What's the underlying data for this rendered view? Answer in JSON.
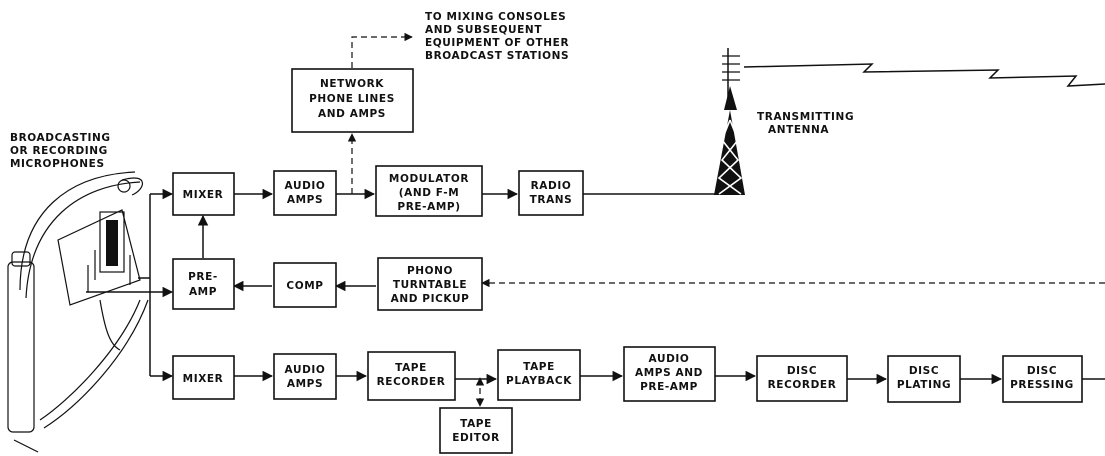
{
  "labels": {
    "microphones": [
      "BROADCASTING",
      "OR RECORDING",
      "MICROPHONES"
    ],
    "mixing_note": [
      "TO MIXING CONSOLES",
      "AND SUBSEQUENT",
      "EQUIPMENT OF OTHER",
      "BROADCAST STATIONS"
    ],
    "antenna": [
      "TRANSMITTING",
      "ANTENNA"
    ]
  },
  "blocks": {
    "mixer_top": [
      "MIXER"
    ],
    "audio_amps_top": [
      "AUDIO",
      "AMPS"
    ],
    "network": [
      "NETWORK",
      "PHONE LINES",
      "AND AMPS"
    ],
    "modulator": [
      "MODULATOR",
      "(AND F-M",
      "PRE-AMP)"
    ],
    "radio_trans": [
      "RADIO",
      "TRANS"
    ],
    "pre_amp": [
      "PRE-",
      "AMP"
    ],
    "comp": [
      "COMP"
    ],
    "phono": [
      "PHONO",
      "TURNTABLE",
      "AND PICKUP"
    ],
    "mixer_bottom": [
      "MIXER"
    ],
    "audio_amps_bottom": [
      "AUDIO",
      "AMPS"
    ],
    "tape_recorder": [
      "TAPE",
      "RECORDER"
    ],
    "tape_playback": [
      "TAPE",
      "PLAYBACK"
    ],
    "audio_amps_preamp": [
      "AUDIO",
      "AMPS AND",
      "PRE-AMP"
    ],
    "disc_recorder": [
      "DISC",
      "RECORDER"
    ],
    "disc_plating": [
      "DISC",
      "PLATING"
    ],
    "disc_pressing": [
      "DISC",
      "PRESSING"
    ],
    "tape_editor": [
      "TAPE",
      "EDITOR"
    ]
  }
}
